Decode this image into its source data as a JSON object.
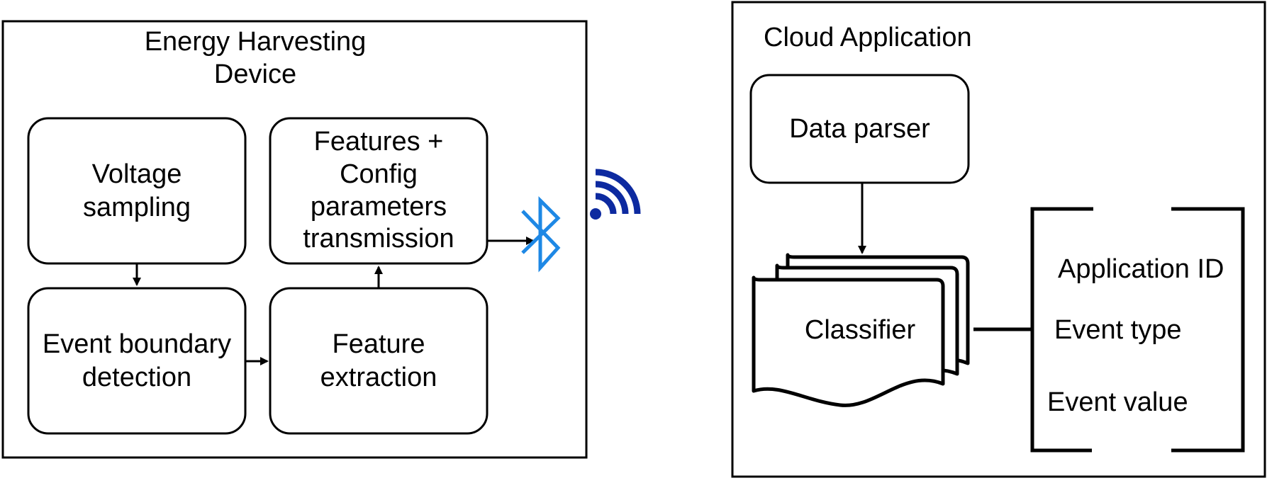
{
  "device": {
    "title": "Energy Harvesting\nDevice",
    "voltage_sampling": "Voltage\nsampling",
    "event_boundary": "Event boundary\ndetection",
    "feature_extraction": "Feature\nextraction",
    "transmission": "Features +\nConfig\nparameters\ntransmission"
  },
  "cloud": {
    "title": "Cloud Application",
    "data_parser": "Data parser",
    "classifier": "Classifier",
    "outputs": [
      "Application ID",
      "Event type",
      "Event value"
    ]
  },
  "colors": {
    "bluetooth": "#1e88e5",
    "wireless": "#0d2aa0",
    "stroke": "#000000"
  },
  "icons": [
    "bluetooth-icon",
    "wireless-signal-icon"
  ]
}
